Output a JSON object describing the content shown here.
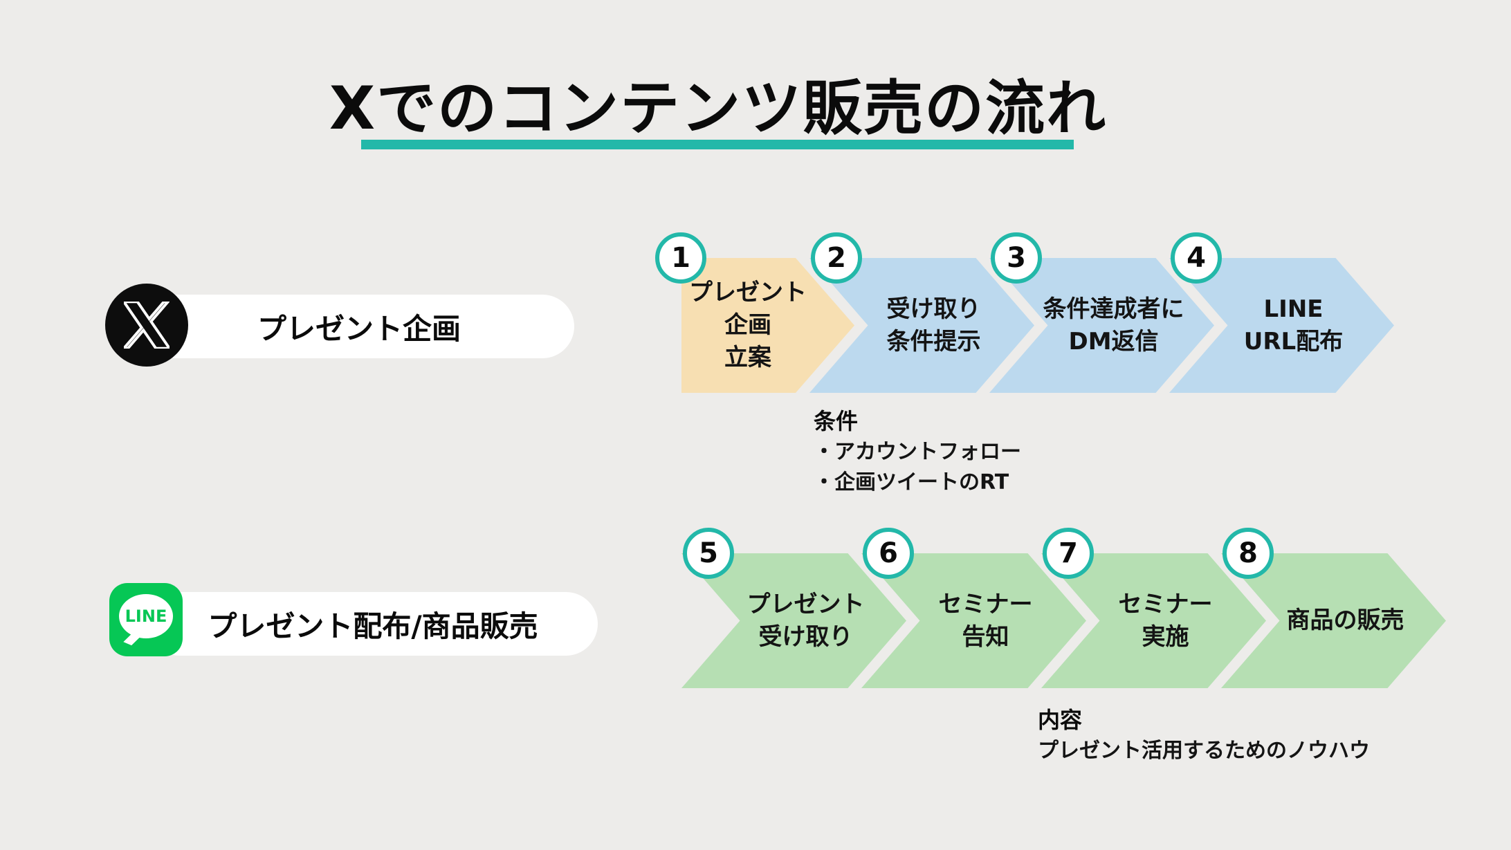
{
  "title": {
    "text": "Xでのコンテンツ販売の流れ"
  },
  "colors": {
    "background": "#EDECEA",
    "accent_teal": "#23B8A9",
    "step1_orange": "#F7DFB2",
    "x_row_blue": "#BCD9EE",
    "line_row_green": "#B6DFB3",
    "line_brand_green": "#06C755",
    "x_brand_black": "#0d0d0d",
    "pill_white": "#ffffff"
  },
  "rows": [
    {
      "platform_icon": "x-logo-icon",
      "label": "プレゼント企画",
      "steps": [
        {
          "num": "1",
          "lines": [
            "プレゼント企画",
            "立案"
          ]
        },
        {
          "num": "2",
          "lines": [
            "受け取り",
            "条件提示"
          ]
        },
        {
          "num": "3",
          "lines": [
            "条件達成者に",
            "DM返信"
          ]
        },
        {
          "num": "4",
          "lines": [
            "LINE",
            "URL配布"
          ]
        }
      ],
      "note": {
        "heading": "条件",
        "lines": [
          "・アカウントフォロー",
          "・企画ツイートのRT"
        ]
      }
    },
    {
      "platform_icon": "line-logo-icon",
      "icon_text": "LINE",
      "label": "プレゼント配布/商品販売",
      "steps": [
        {
          "num": "5",
          "lines": [
            "プレゼント",
            "受け取り"
          ]
        },
        {
          "num": "6",
          "lines": [
            "セミナー",
            "告知"
          ]
        },
        {
          "num": "7",
          "lines": [
            "セミナー",
            "実施"
          ]
        },
        {
          "num": "8",
          "lines": [
            "商品の販売"
          ]
        }
      ],
      "note": {
        "heading": "内容",
        "lines": [
          "プレゼント活用するためのノウハウ"
        ]
      }
    }
  ]
}
